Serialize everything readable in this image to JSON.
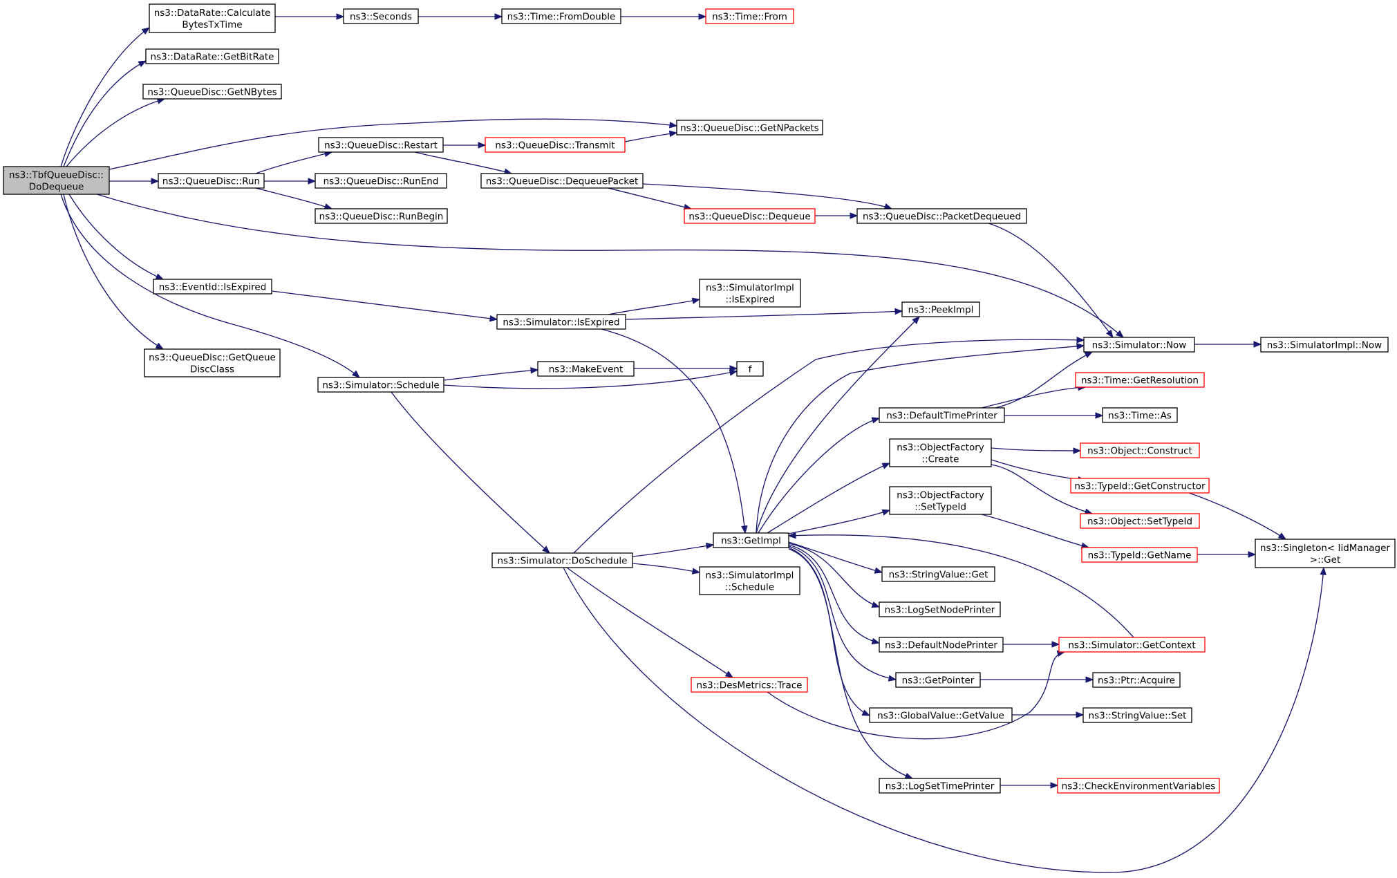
{
  "nodes": {
    "root": {
      "lines": [
        "ns3::TbfQueueDisc::",
        "DoDequeue"
      ],
      "kind": "root"
    },
    "calcBytes": {
      "lines": [
        "ns3::DataRate::Calculate",
        "BytesTxTime"
      ],
      "kind": "normal"
    },
    "seconds": {
      "lines": [
        "ns3::Seconds"
      ],
      "kind": "normal"
    },
    "fromDouble": {
      "lines": [
        "ns3::Time::FromDouble"
      ],
      "kind": "normal"
    },
    "timeFrom": {
      "lines": [
        "ns3::Time::From"
      ],
      "kind": "red"
    },
    "getBitRate": {
      "lines": [
        "ns3::DataRate::GetBitRate"
      ],
      "kind": "normal"
    },
    "getNBytes": {
      "lines": [
        "ns3::QueueDisc::GetNBytes"
      ],
      "kind": "normal"
    },
    "getNPackets": {
      "lines": [
        "ns3::QueueDisc::GetNPackets"
      ],
      "kind": "normal"
    },
    "restart": {
      "lines": [
        "ns3::QueueDisc::Restart"
      ],
      "kind": "normal"
    },
    "transmit": {
      "lines": [
        "ns3::QueueDisc::Transmit"
      ],
      "kind": "red"
    },
    "run": {
      "lines": [
        "ns3::QueueDisc::Run"
      ],
      "kind": "normal"
    },
    "runEnd": {
      "lines": [
        "ns3::QueueDisc::RunEnd"
      ],
      "kind": "normal"
    },
    "runBegin": {
      "lines": [
        "ns3::QueueDisc::RunBegin"
      ],
      "kind": "normal"
    },
    "dequeuePacket": {
      "lines": [
        "ns3::QueueDisc::DequeuePacket"
      ],
      "kind": "normal"
    },
    "dequeue": {
      "lines": [
        "ns3::QueueDisc::Dequeue"
      ],
      "kind": "red"
    },
    "packetDequeued": {
      "lines": [
        "ns3::QueueDisc::PacketDequeued"
      ],
      "kind": "normal"
    },
    "isExpired": {
      "lines": [
        "ns3::EventId::IsExpired"
      ],
      "kind": "normal"
    },
    "simImplIsExpired": {
      "lines": [
        "ns3::SimulatorImpl",
        "::IsExpired"
      ],
      "kind": "normal"
    },
    "simIsExpired": {
      "lines": [
        "ns3::Simulator::IsExpired"
      ],
      "kind": "normal"
    },
    "peekImpl": {
      "lines": [
        "ns3::PeekImpl"
      ],
      "kind": "normal"
    },
    "getQueueDiscClass": {
      "lines": [
        "ns3::QueueDisc::GetQueue",
        "DiscClass"
      ],
      "kind": "normal"
    },
    "simNow": {
      "lines": [
        "ns3::Simulator::Now"
      ],
      "kind": "normal"
    },
    "simImplNow": {
      "lines": [
        "ns3::SimulatorImpl::Now"
      ],
      "kind": "normal"
    },
    "makeEvent": {
      "lines": [
        "ns3::MakeEvent"
      ],
      "kind": "normal"
    },
    "f": {
      "lines": [
        "f"
      ],
      "kind": "normal"
    },
    "schedule": {
      "lines": [
        "ns3::Simulator::Schedule"
      ],
      "kind": "normal"
    },
    "getResolution": {
      "lines": [
        "ns3::Time::GetResolution"
      ],
      "kind": "red"
    },
    "defaultTimePrinter": {
      "lines": [
        "ns3::DefaultTimePrinter"
      ],
      "kind": "normal"
    },
    "timeAs": {
      "lines": [
        "ns3::Time::As"
      ],
      "kind": "normal"
    },
    "objConstruct": {
      "lines": [
        "ns3::Object::Construct"
      ],
      "kind": "red"
    },
    "ofCreate": {
      "lines": [
        "ns3::ObjectFactory",
        "::Create"
      ],
      "kind": "normal"
    },
    "getConstructor": {
      "lines": [
        "ns3::TypeId::GetConstructor"
      ],
      "kind": "red"
    },
    "ofSetTypeId": {
      "lines": [
        "ns3::ObjectFactory",
        "::SetTypeId"
      ],
      "kind": "normal"
    },
    "objSetTypeId": {
      "lines": [
        "ns3::Object::SetTypeId"
      ],
      "kind": "red"
    },
    "getImpl": {
      "lines": [
        "ns3::GetImpl"
      ],
      "kind": "normal"
    },
    "doSchedule": {
      "lines": [
        "ns3::Simulator::DoSchedule"
      ],
      "kind": "normal"
    },
    "typeIdGetName": {
      "lines": [
        "ns3::TypeId::GetName"
      ],
      "kind": "red"
    },
    "singletonGet": {
      "lines": [
        "ns3::Singleton< IidManager",
        " >::Get"
      ],
      "kind": "normal"
    },
    "stringValueGet": {
      "lines": [
        "ns3::StringValue::Get"
      ],
      "kind": "normal"
    },
    "simImplSchedule": {
      "lines": [
        "ns3::SimulatorImpl",
        "::Schedule"
      ],
      "kind": "normal"
    },
    "logSetNodePrinter": {
      "lines": [
        "ns3::LogSetNodePrinter"
      ],
      "kind": "normal"
    },
    "defaultNodePrinter": {
      "lines": [
        "ns3::DefaultNodePrinter"
      ],
      "kind": "normal"
    },
    "getContext": {
      "lines": [
        "ns3::Simulator::GetContext"
      ],
      "kind": "red"
    },
    "desTrace": {
      "lines": [
        "ns3::DesMetrics::Trace"
      ],
      "kind": "red"
    },
    "getPointer": {
      "lines": [
        "ns3::GetPointer"
      ],
      "kind": "normal"
    },
    "ptrAcquire": {
      "lines": [
        "ns3::Ptr::Acquire"
      ],
      "kind": "normal"
    },
    "globalGetValue": {
      "lines": [
        "ns3::GlobalValue::GetValue"
      ],
      "kind": "normal"
    },
    "stringValueSet": {
      "lines": [
        "ns3::StringValue::Set"
      ],
      "kind": "normal"
    },
    "logSetTimePrinter": {
      "lines": [
        "ns3::LogSetTimePrinter"
      ],
      "kind": "normal"
    },
    "checkEnv": {
      "lines": [
        "ns3::CheckEnvironmentVariables"
      ],
      "kind": "red"
    }
  },
  "edges": [
    [
      "root",
      "calcBytes"
    ],
    [
      "root",
      "getBitRate"
    ],
    [
      "root",
      "getNBytes"
    ],
    [
      "root",
      "getNPackets"
    ],
    [
      "root",
      "run"
    ],
    [
      "root",
      "simNow"
    ],
    [
      "root",
      "isExpired"
    ],
    [
      "root",
      "getQueueDiscClass"
    ],
    [
      "root",
      "schedule"
    ],
    [
      "calcBytes",
      "seconds"
    ],
    [
      "seconds",
      "fromDouble"
    ],
    [
      "fromDouble",
      "timeFrom"
    ],
    [
      "run",
      "restart"
    ],
    [
      "run",
      "runEnd"
    ],
    [
      "run",
      "runBegin"
    ],
    [
      "restart",
      "transmit"
    ],
    [
      "restart",
      "dequeuePacket"
    ],
    [
      "transmit",
      "getNPackets"
    ],
    [
      "dequeuePacket",
      "dequeue"
    ],
    [
      "dequeuePacket",
      "packetDequeued"
    ],
    [
      "dequeue",
      "packetDequeued"
    ],
    [
      "packetDequeued",
      "simNow"
    ],
    [
      "isExpired",
      "simIsExpired"
    ],
    [
      "simIsExpired",
      "simImplIsExpired"
    ],
    [
      "simIsExpired",
      "peekImpl"
    ],
    [
      "simIsExpired",
      "getImpl"
    ],
    [
      "schedule",
      "makeEvent"
    ],
    [
      "schedule",
      "f"
    ],
    [
      "makeEvent",
      "f"
    ],
    [
      "schedule",
      "doSchedule"
    ],
    [
      "simNow",
      "simImplNow"
    ],
    [
      "doSchedule",
      "simNow"
    ],
    [
      "doSchedule",
      "getImpl"
    ],
    [
      "doSchedule",
      "simImplSchedule"
    ],
    [
      "doSchedule",
      "desTrace"
    ],
    [
      "doSchedule",
      "singletonGet"
    ],
    [
      "getImpl",
      "peekImpl"
    ],
    [
      "getImpl",
      "simNow"
    ],
    [
      "getImpl",
      "defaultTimePrinter"
    ],
    [
      "getImpl",
      "ofCreate"
    ],
    [
      "getImpl",
      "ofSetTypeId"
    ],
    [
      "getImpl",
      "stringValueGet"
    ],
    [
      "getImpl",
      "logSetNodePrinter"
    ],
    [
      "getImpl",
      "defaultNodePrinter"
    ],
    [
      "getImpl",
      "getPointer"
    ],
    [
      "getImpl",
      "globalGetValue"
    ],
    [
      "getImpl",
      "logSetTimePrinter"
    ],
    [
      "defaultTimePrinter",
      "simNow"
    ],
    [
      "defaultTimePrinter",
      "getResolution"
    ],
    [
      "defaultTimePrinter",
      "timeAs"
    ],
    [
      "ofCreate",
      "objConstruct"
    ],
    [
      "ofCreate",
      "getConstructor"
    ],
    [
      "ofCreate",
      "objSetTypeId"
    ],
    [
      "ofSetTypeId",
      "typeIdGetName"
    ],
    [
      "getConstructor",
      "singletonGet"
    ],
    [
      "typeIdGetName",
      "singletonGet"
    ],
    [
      "defaultNodePrinter",
      "getContext"
    ],
    [
      "getContext",
      "getImpl"
    ],
    [
      "desTrace",
      "getContext"
    ],
    [
      "getPointer",
      "ptrAcquire"
    ],
    [
      "globalGetValue",
      "stringValueSet"
    ],
    [
      "logSetTimePrinter",
      "checkEnv"
    ]
  ]
}
